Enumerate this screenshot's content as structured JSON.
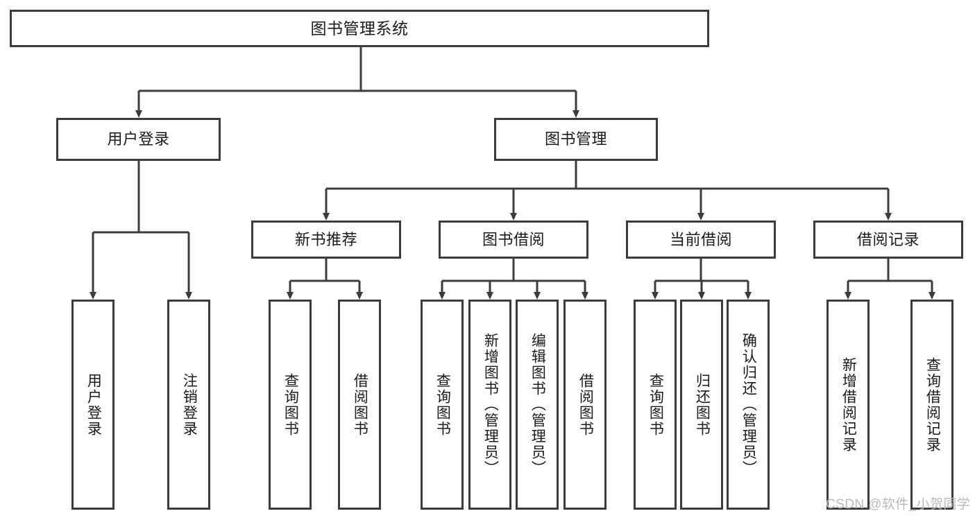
{
  "diagram": {
    "title": "图书管理系统",
    "type": "hierarchy-tree",
    "root": {
      "id": "root",
      "label": "图书管理系统"
    },
    "level1": [
      {
        "id": "user-login",
        "label": "用户登录"
      },
      {
        "id": "book-manage",
        "label": "图书管理"
      }
    ],
    "level2": [
      {
        "id": "new-book-recommend",
        "label": "新书推荐",
        "parent": "book-manage"
      },
      {
        "id": "book-borrow",
        "label": "图书借阅",
        "parent": "book-manage"
      },
      {
        "id": "current-borrow",
        "label": "当前借阅",
        "parent": "book-manage"
      },
      {
        "id": "borrow-record",
        "label": "借阅记录",
        "parent": "book-manage"
      }
    ],
    "leaves": [
      {
        "id": "leaf-user-login",
        "label": "用户登录",
        "parent": "user-login"
      },
      {
        "id": "leaf-user-logout",
        "label": "注销登录",
        "parent": "user-login"
      },
      {
        "id": "leaf-query-book-1",
        "label": "查询图书",
        "parent": "new-book-recommend"
      },
      {
        "id": "leaf-borrow-book-1",
        "label": "借阅图书",
        "parent": "new-book-recommend"
      },
      {
        "id": "leaf-query-book-2",
        "label": "查询图书",
        "parent": "book-borrow"
      },
      {
        "id": "leaf-add-book",
        "label": "新增图书（管理员）",
        "parent": "book-borrow"
      },
      {
        "id": "leaf-edit-book",
        "label": "编辑图书（管理员）",
        "parent": "book-borrow"
      },
      {
        "id": "leaf-borrow-book-2",
        "label": "借阅图书",
        "parent": "book-borrow"
      },
      {
        "id": "leaf-query-book-3",
        "label": "查询图书",
        "parent": "current-borrow"
      },
      {
        "id": "leaf-return-book",
        "label": "归还图书",
        "parent": "current-borrow"
      },
      {
        "id": "leaf-confirm-return",
        "label": "确认归还（管理员）",
        "parent": "current-borrow"
      },
      {
        "id": "leaf-add-record",
        "label": "新增借阅记录",
        "parent": "borrow-record"
      },
      {
        "id": "leaf-query-record",
        "label": "查询借阅记录",
        "parent": "borrow-record"
      }
    ],
    "colors": {
      "stroke": "#3b3b3b",
      "fill": "#ffffff",
      "text": "#1a1a1a",
      "watermark": "#b9b9b9"
    }
  },
  "watermark": {
    "text": "CSDN @软件_小贺同学"
  }
}
